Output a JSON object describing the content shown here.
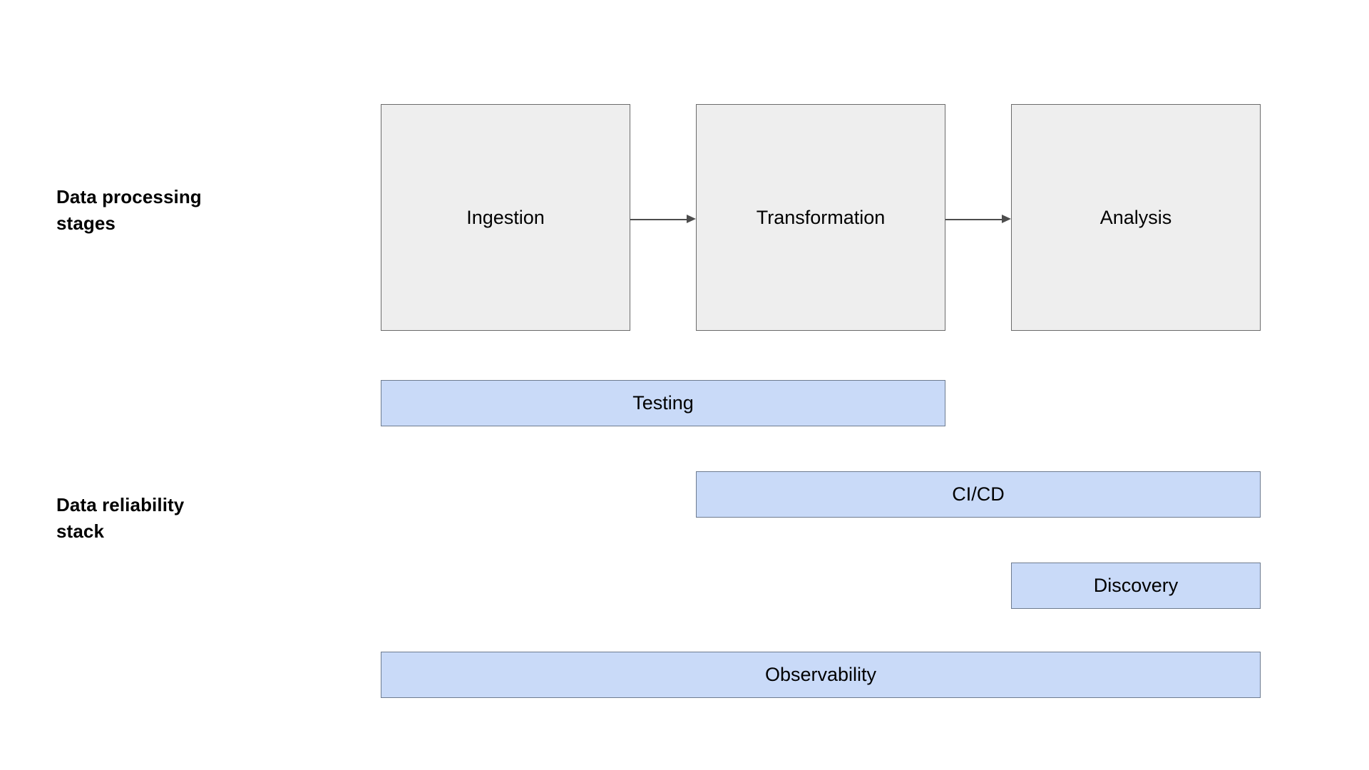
{
  "diagram": {
    "rows": [
      {
        "id": "processing-stages",
        "label": "Data processing\nstages"
      },
      {
        "id": "reliability-stack",
        "label": "Data reliability\nstack"
      }
    ],
    "stages": [
      {
        "id": "ingestion",
        "label": "Ingestion"
      },
      {
        "id": "transformation",
        "label": "Transformation"
      },
      {
        "id": "analysis",
        "label": "Analysis"
      }
    ],
    "stack_bars": [
      {
        "id": "testing",
        "label": "Testing",
        "spans": [
          "ingestion",
          "transformation"
        ]
      },
      {
        "id": "cicd",
        "label": "CI/CD",
        "spans": [
          "transformation",
          "analysis"
        ]
      },
      {
        "id": "discovery",
        "label": "Discovery",
        "spans": [
          "analysis"
        ]
      },
      {
        "id": "observability",
        "label": "Observability",
        "spans": [
          "ingestion",
          "transformation",
          "analysis"
        ]
      }
    ],
    "connectors": [
      {
        "id": "ingestion-to-transformation",
        "from": "ingestion",
        "to": "transformation"
      },
      {
        "id": "transformation-to-analysis",
        "from": "transformation",
        "to": "analysis"
      }
    ],
    "colors": {
      "stage_fill": "#eeeeee",
      "stage_border": "#6b6b6b",
      "bar_fill": "#c9daf8",
      "bar_border": "#6d7b8f",
      "connector": "#4d4d4d",
      "text": "#000000",
      "background": "#ffffff"
    }
  }
}
